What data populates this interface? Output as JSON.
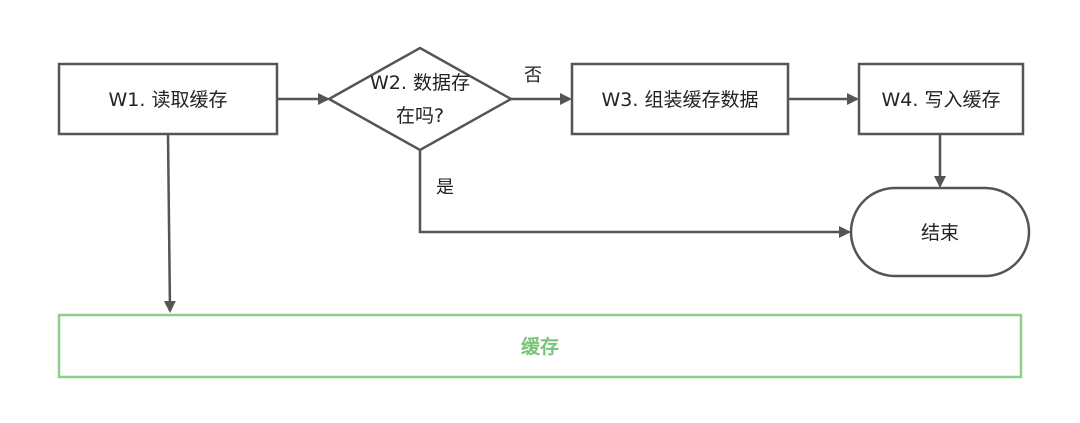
{
  "nodes": {
    "w1": "W1. 读取缓存",
    "w2_line1": "W2. 数据存",
    "w2_line2": "在吗?",
    "w3": "W3. 组装缓存数据",
    "w4": "W4. 写入缓存",
    "end": "结束"
  },
  "edges": {
    "no_label": "否",
    "yes_label": "是"
  },
  "store": {
    "label": "缓存"
  },
  "colors": {
    "stroke": "#555555",
    "store_border": "#8fcf8c",
    "store_text": "#7cc47a"
  }
}
